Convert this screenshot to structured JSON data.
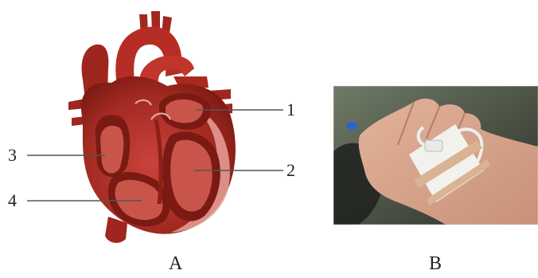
{
  "heart_figure": {
    "labels": {
      "l1": "1",
      "l2": "2",
      "l3": "3",
      "l4": "4"
    },
    "caption": "A"
  },
  "iv_photo": {
    "caption": "B"
  },
  "colors": {
    "heart_dark": "#8e1f17",
    "heart_main": "#b8312a",
    "heart_inner": "#c9554a",
    "heart_pink": "#e8a29a",
    "skin": "#d8a98e",
    "bandage": "#f3f1ee",
    "tape": "#d9b393"
  }
}
